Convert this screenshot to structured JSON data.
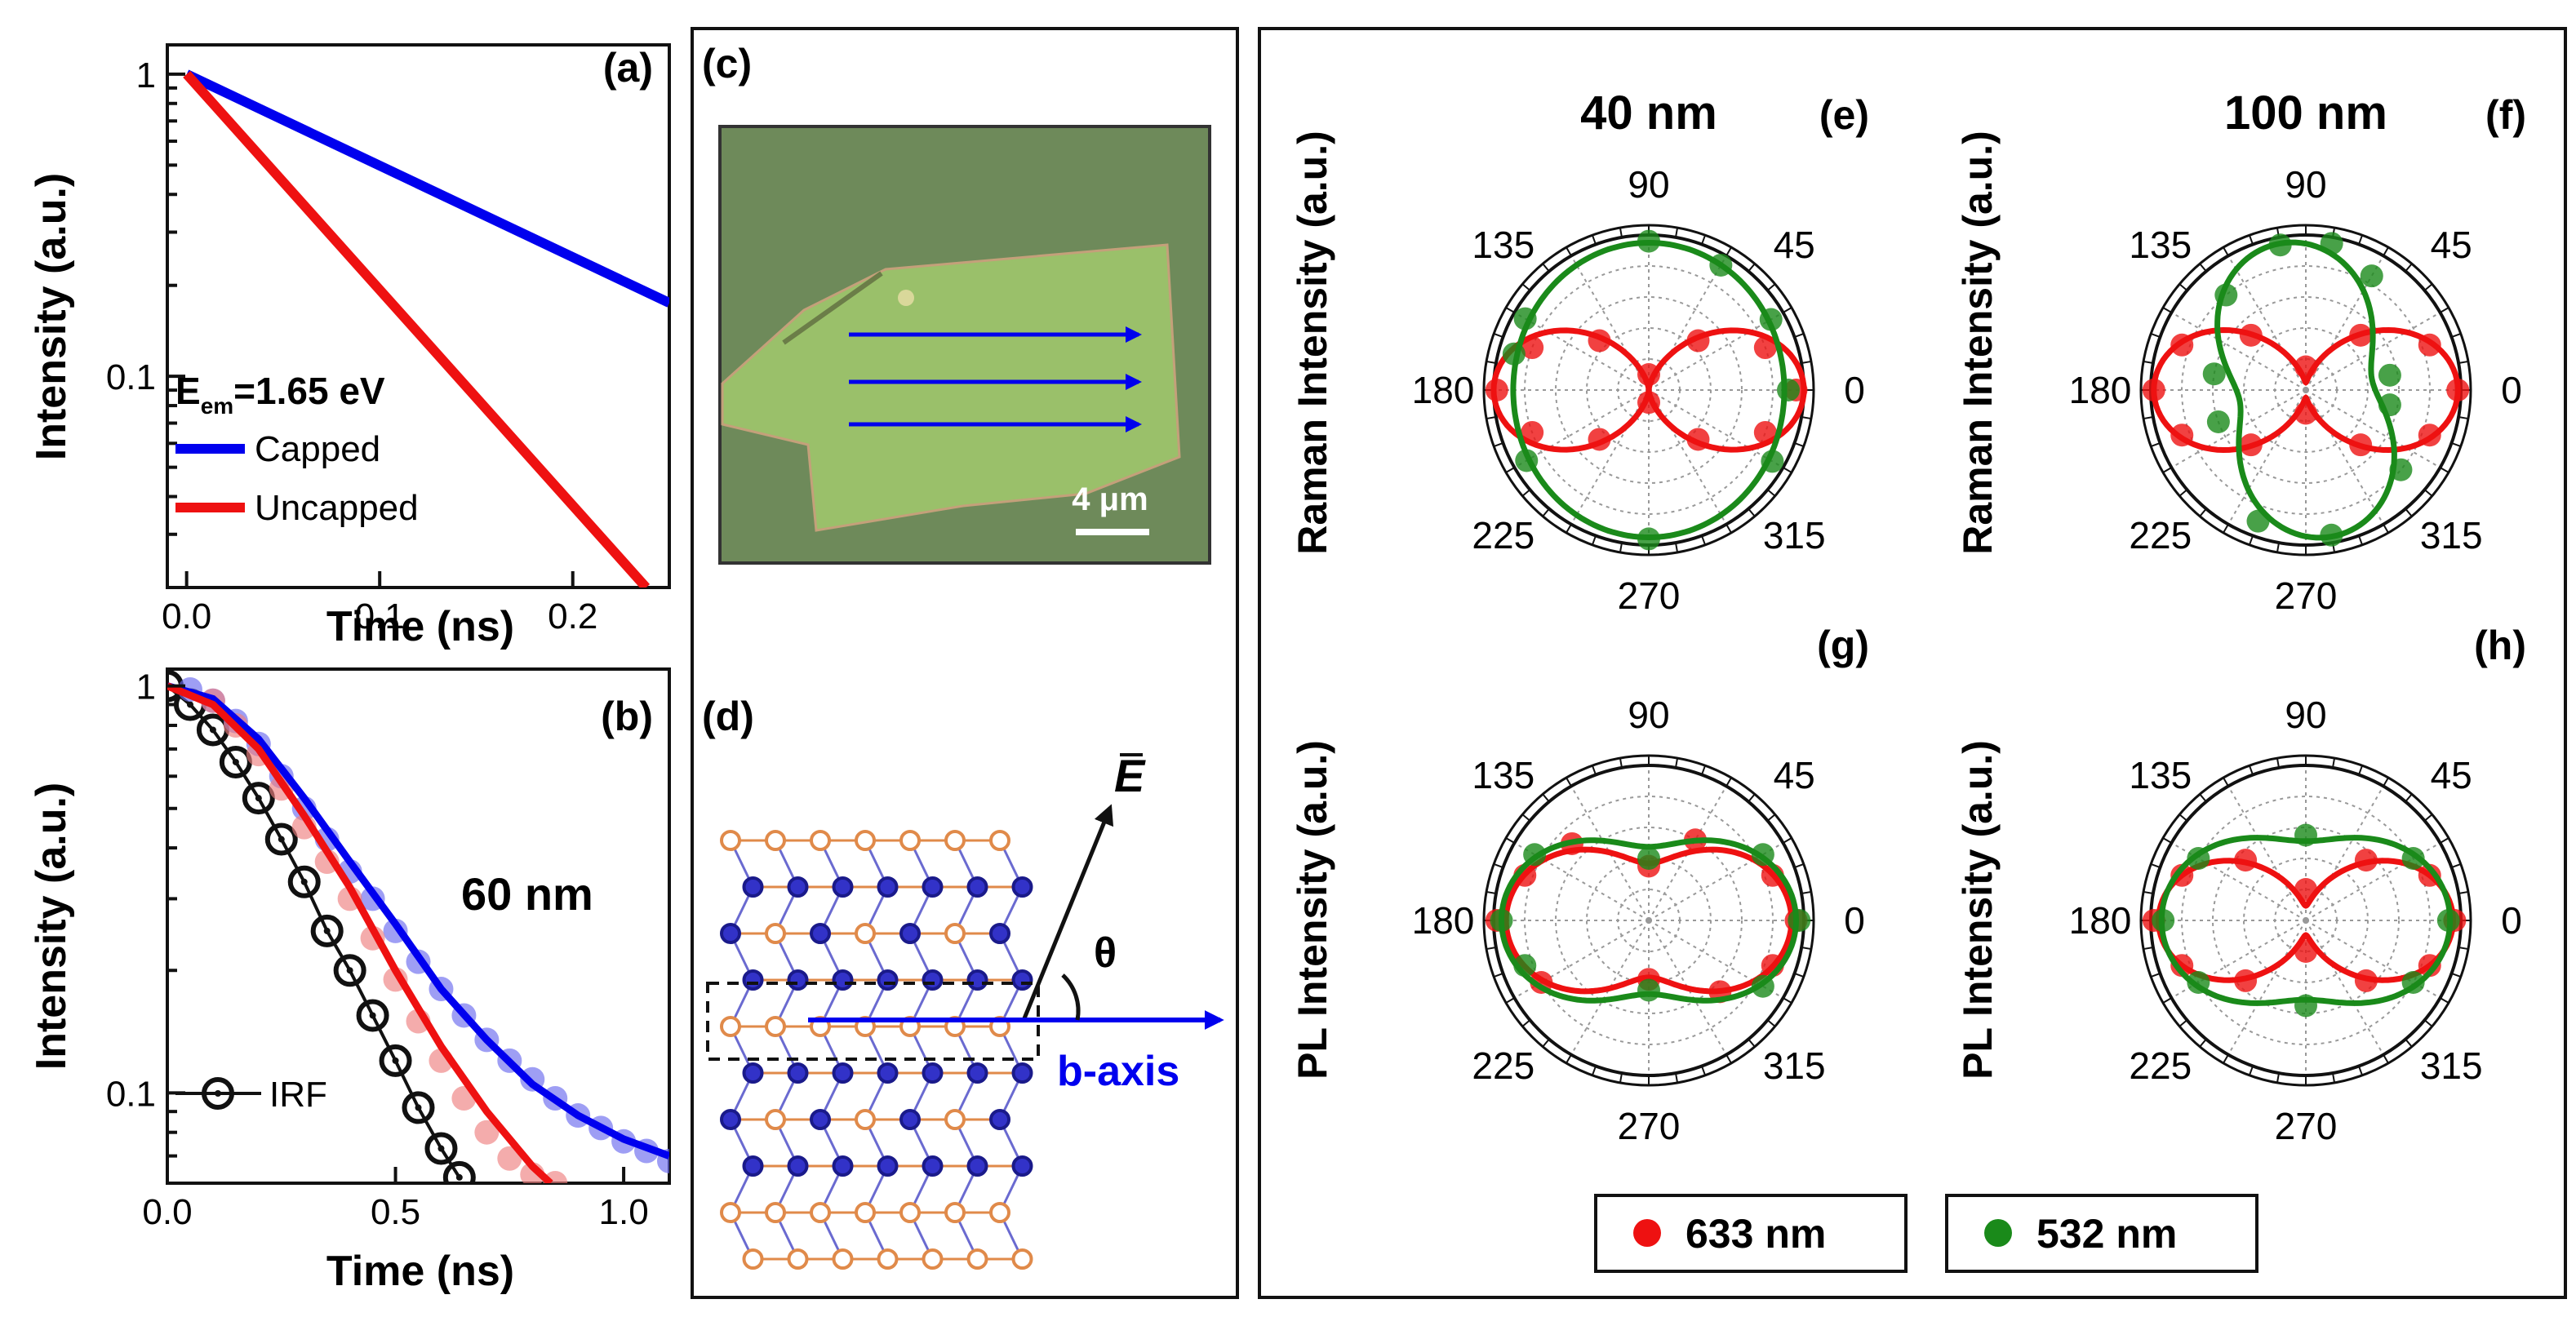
{
  "colors": {
    "capped": "#0000ee",
    "uncapped": "#ee1111",
    "irf": "#111111",
    "red_series": "#ee1111",
    "green_series": "#1a8a1a",
    "arrow_blue": "#0000ee"
  },
  "panel_a": {
    "label": "(a)",
    "xlabel": "Time (ns)",
    "ylabel": "Intensity (a.u.)",
    "annotation_main": "E",
    "annotation_sub": "em",
    "annotation_rest": "=1.65 eV"
  },
  "panel_b": {
    "label": "(b)",
    "xlabel": "Time (ns)",
    "ylabel": "Intensity (a.u.)",
    "annotation": "60 nm"
  },
  "panel_c": {
    "label": "(c)",
    "scalebar": "4 μm"
  },
  "panel_d": {
    "label": "(d)",
    "field_label": "E",
    "angle_label": "θ",
    "axis_label": "b-axis"
  },
  "polar_panels": {
    "e": {
      "label": "(e)",
      "title": "40 nm"
    },
    "f": {
      "label": "(f)",
      "title": "100 nm"
    },
    "g": {
      "label": "(g)",
      "title": ""
    },
    "h": {
      "label": "(h)",
      "title": ""
    },
    "ylabel_top": "Raman Intensity (a.u.)",
    "ylabel_bottom": "PL Intensity (a.u.)"
  },
  "legend": {
    "red": "633 nm",
    "green": "532 nm"
  },
  "chart_data": [
    {
      "id": "a",
      "type": "line",
      "yscale": "log",
      "xlabel": "Time (ns)",
      "ylabel": "Intensity (a.u.)",
      "xlim": [
        -0.01,
        0.25
      ],
      "ylim": [
        0.02,
        1.25
      ],
      "xticks": [
        0.0,
        0.1,
        0.2
      ],
      "xticklabels": [
        "0.0",
        "0.1",
        "0.2"
      ],
      "yticks": [
        1,
        0.1
      ],
      "yticklabels": [
        "1",
        "0.1"
      ],
      "series": [
        {
          "name": "Capped",
          "color": "#0000ee",
          "x": [
            0.0,
            0.25
          ],
          "y": [
            1.0,
            0.175
          ]
        },
        {
          "name": "Uncapped",
          "color": "#ee1111",
          "x": [
            0.0,
            0.238
          ],
          "y": [
            1.0,
            0.02
          ]
        }
      ]
    },
    {
      "id": "b",
      "type": "line",
      "yscale": "log",
      "xlabel": "Time (ns)",
      "ylabel": "Intensity (a.u.)",
      "xlim": [
        0.0,
        1.1
      ],
      "ylim": [
        0.06,
        1.1
      ],
      "xticks": [
        0.0,
        0.5,
        1.0
      ],
      "xticklabels": [
        "0.0",
        "0.5",
        "1.0"
      ],
      "yticks": [
        1,
        0.1
      ],
      "yticklabels": [
        "1",
        "0.1"
      ],
      "series": [
        {
          "name": "IRF",
          "color": "#111111",
          "marker": "circle-dot",
          "x": [
            0.0,
            0.05,
            0.1,
            0.15,
            0.2,
            0.25,
            0.3,
            0.35,
            0.4,
            0.45,
            0.5,
            0.55,
            0.6,
            0.64
          ],
          "y": [
            1.0,
            0.9,
            0.78,
            0.65,
            0.53,
            0.42,
            0.33,
            0.25,
            0.2,
            0.155,
            0.12,
            0.092,
            0.073,
            0.062
          ]
        },
        {
          "name": "",
          "color": "#6a6aee",
          "marker": "dot",
          "x": [
            0.05,
            0.1,
            0.15,
            0.2,
            0.25,
            0.3,
            0.35,
            0.4,
            0.45,
            0.5,
            0.55,
            0.6,
            0.65,
            0.7,
            0.75,
            0.8,
            0.85,
            0.9,
            0.95,
            1.0,
            1.05,
            1.1
          ],
          "y": [
            0.98,
            0.92,
            0.82,
            0.72,
            0.6,
            0.5,
            0.42,
            0.35,
            0.3,
            0.25,
            0.21,
            0.18,
            0.155,
            0.135,
            0.12,
            0.108,
            0.097,
            0.088,
            0.082,
            0.076,
            0.072,
            0.068
          ]
        },
        {
          "name": "",
          "color": "#ee8080",
          "marker": "dot",
          "x": [
            0.1,
            0.15,
            0.2,
            0.25,
            0.3,
            0.35,
            0.4,
            0.45,
            0.5,
            0.55,
            0.6,
            0.65,
            0.7,
            0.75,
            0.8,
            0.85
          ],
          "y": [
            0.92,
            0.8,
            0.68,
            0.56,
            0.45,
            0.37,
            0.3,
            0.24,
            0.19,
            0.15,
            0.12,
            0.097,
            0.08,
            0.069,
            0.063,
            0.06
          ]
        },
        {
          "name": "",
          "color": "#0000ee",
          "marker": "line",
          "x": [
            0.0,
            0.1,
            0.2,
            0.3,
            0.4,
            0.5,
            0.6,
            0.7,
            0.8,
            0.9,
            1.0,
            1.1
          ],
          "y": [
            1.0,
            0.93,
            0.74,
            0.53,
            0.37,
            0.26,
            0.18,
            0.135,
            0.105,
            0.088,
            0.077,
            0.07
          ]
        },
        {
          "name": "",
          "color": "#ee1111",
          "marker": "line",
          "x": [
            0.0,
            0.1,
            0.2,
            0.3,
            0.4,
            0.5,
            0.6,
            0.7,
            0.8,
            0.84
          ],
          "y": [
            1.0,
            0.9,
            0.7,
            0.48,
            0.32,
            0.2,
            0.13,
            0.09,
            0.066,
            0.06
          ]
        }
      ]
    },
    {
      "id": "e",
      "type": "scatter",
      "coords": "polar",
      "angle_ticks": [
        0,
        45,
        90,
        135,
        180,
        225,
        270,
        315
      ],
      "series": [
        {
          "name": "633 nm",
          "color": "#ee1111",
          "model": "dipole",
          "amp": 1.0,
          "ratio": 0.0,
          "dir": 0,
          "points": [
            [
              0,
              0.95
            ],
            [
              20,
              0.8
            ],
            [
              45,
              0.45
            ],
            [
              90,
              0.1
            ],
            [
              135,
              0.45
            ],
            [
              160,
              0.8
            ],
            [
              180,
              0.98
            ],
            [
              200,
              0.8
            ],
            [
              225,
              0.45
            ],
            [
              270,
              0.08
            ],
            [
              315,
              0.45
            ],
            [
              340,
              0.8
            ]
          ]
        },
        {
          "name": "532 nm",
          "color": "#1a8a1a",
          "model": "dipole",
          "amp": 0.95,
          "ratio": 0.92,
          "dir": 90,
          "points": [
            [
              0,
              0.9
            ],
            [
              30,
              0.91
            ],
            [
              60,
              0.93
            ],
            [
              90,
              0.96
            ],
            [
              150,
              0.92
            ],
            [
              165,
              0.9
            ],
            [
              210,
              0.91
            ],
            [
              270,
              0.96
            ],
            [
              330,
              0.92
            ]
          ]
        }
      ]
    },
    {
      "id": "f",
      "type": "scatter",
      "coords": "polar",
      "angle_ticks": [
        0,
        45,
        90,
        135,
        180,
        225,
        270,
        315
      ],
      "series": [
        {
          "name": "633 nm",
          "color": "#ee1111",
          "model": "dipole",
          "amp": 0.98,
          "ratio": 0.05,
          "dir": 0,
          "points": [
            [
              0,
              0.98
            ],
            [
              20,
              0.85
            ],
            [
              45,
              0.5
            ],
            [
              90,
              0.15
            ],
            [
              135,
              0.5
            ],
            [
              160,
              0.85
            ],
            [
              180,
              0.98
            ],
            [
              200,
              0.85
            ],
            [
              225,
              0.5
            ],
            [
              270,
              0.15
            ],
            [
              315,
              0.5
            ],
            [
              340,
              0.85
            ]
          ]
        },
        {
          "name": "532 nm",
          "color": "#1a8a1a",
          "model": "dipole",
          "amp": 0.96,
          "ratio": 0.45,
          "dir": 100,
          "points": [
            [
              80,
              0.96
            ],
            [
              100,
              0.95
            ],
            [
              60,
              0.85
            ],
            [
              130,
              0.8
            ],
            [
              170,
              0.6
            ],
            [
              200,
              0.6
            ],
            [
              250,
              0.9
            ],
            [
              280,
              0.95
            ],
            [
              320,
              0.8
            ],
            [
              350,
              0.55
            ],
            [
              10,
              0.55
            ]
          ]
        }
      ]
    },
    {
      "id": "g",
      "type": "scatter",
      "coords": "polar",
      "angle_ticks": [
        0,
        45,
        90,
        135,
        180,
        225,
        270,
        315
      ],
      "series": [
        {
          "name": "633 nm",
          "color": "#ee1111",
          "model": "dipole",
          "amp": 0.92,
          "ratio": 0.4,
          "dir": 0,
          "points": [
            [
              0,
              0.95
            ],
            [
              20,
              0.85
            ],
            [
              60,
              0.6
            ],
            [
              90,
              0.35
            ],
            [
              135,
              0.7
            ],
            [
              160,
              0.85
            ],
            [
              180,
              0.98
            ],
            [
              210,
              0.8
            ],
            [
              270,
              0.38
            ],
            [
              315,
              0.65
            ],
            [
              340,
              0.85
            ]
          ]
        },
        {
          "name": "532 nm",
          "color": "#1a8a1a",
          "model": "dipole",
          "amp": 0.95,
          "ratio": 0.5,
          "dir": 0,
          "points": [
            [
              0,
              0.97
            ],
            [
              30,
              0.85
            ],
            [
              90,
              0.4
            ],
            [
              150,
              0.85
            ],
            [
              180,
              0.95
            ],
            [
              200,
              0.85
            ],
            [
              270,
              0.45
            ],
            [
              330,
              0.85
            ]
          ]
        }
      ]
    },
    {
      "id": "h",
      "type": "scatter",
      "coords": "polar",
      "angle_ticks": [
        0,
        45,
        90,
        135,
        180,
        225,
        270,
        315
      ],
      "series": [
        {
          "name": "633 nm",
          "color": "#ee1111",
          "model": "dipole",
          "amp": 0.95,
          "ratio": 0.1,
          "dir": 0,
          "points": [
            [
              0,
              0.96
            ],
            [
              20,
              0.85
            ],
            [
              45,
              0.55
            ],
            [
              90,
              0.2
            ],
            [
              135,
              0.55
            ],
            [
              160,
              0.85
            ],
            [
              180,
              0.98
            ],
            [
              200,
              0.85
            ],
            [
              225,
              0.55
            ],
            [
              270,
              0.2
            ],
            [
              315,
              0.55
            ],
            [
              340,
              0.85
            ]
          ]
        },
        {
          "name": "532 nm",
          "color": "#1a8a1a",
          "model": "dipole",
          "amp": 0.93,
          "ratio": 0.55,
          "dir": 0,
          "points": [
            [
              0,
              0.92
            ],
            [
              30,
              0.8
            ],
            [
              90,
              0.55
            ],
            [
              150,
              0.8
            ],
            [
              180,
              0.92
            ],
            [
              210,
              0.8
            ],
            [
              270,
              0.55
            ],
            [
              330,
              0.8
            ]
          ]
        }
      ]
    }
  ]
}
